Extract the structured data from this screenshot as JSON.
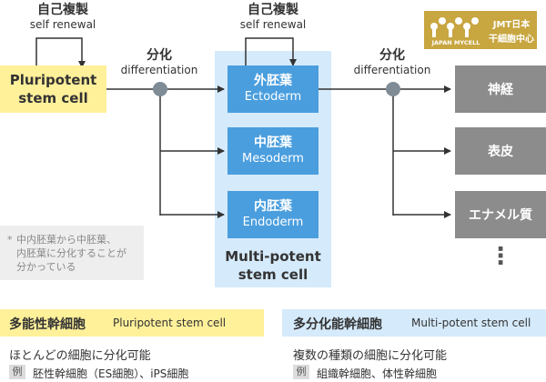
{
  "self_renewal_left": {
    "jp": "自己複製",
    "en": "self renewal"
  },
  "self_renewal_mid": {
    "jp": "自己複製",
    "en": "self renewal"
  },
  "differentiation_left": {
    "jp": "分化",
    "en": "differentiation"
  },
  "differentiation_right": {
    "jp": "分化",
    "en": "differentiation"
  },
  "pluripotent_box": {
    "line1": "Pluripotent",
    "line2": "stem cell"
  },
  "germ_layers": [
    {
      "jp": "外胚葉",
      "en": "Ectoderm"
    },
    {
      "jp": "中胚葉",
      "en": "Mesoderm"
    },
    {
      "jp": "内胚葉",
      "en": "Endoderm"
    }
  ],
  "multipotent_label": {
    "line1": "Multi-potent",
    "line2": "stem cell"
  },
  "cell_types": [
    "神経",
    "表皮",
    "エナメル質"
  ],
  "more_marker": "⋮",
  "note": {
    "bullet": "*",
    "lines": [
      "中内胚葉から中胚葉、",
      "内胚葉に分化することが",
      "分かっている"
    ]
  },
  "logo": {
    "en": "JAPAN MYCELL",
    "jp_line1": "JMT日本",
    "jp_line2": "干細胞中心"
  },
  "legend": {
    "pluripotent": {
      "title_jp": "多能性幹細胞",
      "title_en": "Pluripotent stem cell",
      "description": "ほとんどの細胞に分化可能",
      "example_tag": "例",
      "example": "胚性幹細胞（ES細胞）、iPS細胞"
    },
    "multipotent": {
      "title_jp": "多分化能幹細胞",
      "title_en": "Multi-potent stem cell",
      "description": "複数の種類の細胞に分化可能",
      "example_tag": "例",
      "example": "組織幹細胞、体性幹細胞"
    }
  },
  "colors": {
    "pluripotent_fill": "#fff09a",
    "multipotent_panel": "#d5eafb",
    "germ_layer_fill": "#4a9ede",
    "cell_fill": "#8c8c8c",
    "node": "#7f8c96",
    "line": "#333333",
    "logo": "#c8a640"
  }
}
